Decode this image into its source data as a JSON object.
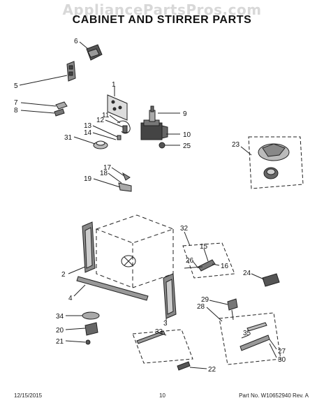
{
  "watermark": "AppliancePartsPros.com",
  "title": "CABINET AND STIRRER PARTS",
  "callouts": [
    "1",
    "2",
    "3",
    "4",
    "5",
    "6",
    "7",
    "8",
    "9",
    "10",
    "11",
    "12",
    "13",
    "14",
    "15",
    "16",
    "17",
    "18",
    "19",
    "20",
    "21",
    "22",
    "23",
    "24",
    "25",
    "26",
    "27",
    "28",
    "29",
    "30",
    "31",
    "32",
    "33",
    "34",
    "35"
  ],
  "footer": {
    "date": "12/15/2015",
    "page": "10",
    "part_number": "Part No. W10652940  Rev. A"
  }
}
